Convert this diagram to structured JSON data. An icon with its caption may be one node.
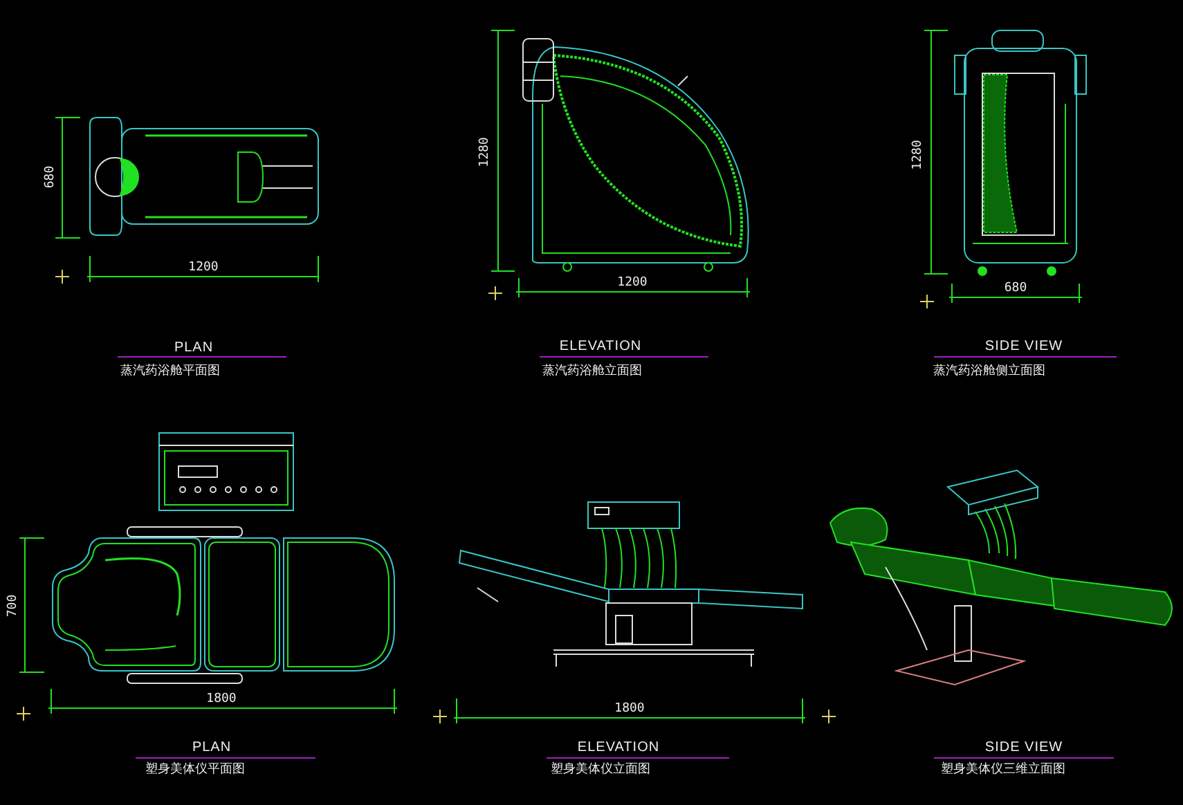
{
  "diagram": {
    "labels": [
      "680",
      "1200",
      "1280",
      "1200",
      "1280",
      "680",
      "PLAN",
      "蒸汽药浴舱平面图",
      "ELEVATION",
      "蒸汽药浴舱立面图",
      "SIDE VIEW",
      "蒸汽药浴舱侧立面图",
      "700",
      "1800",
      "1800",
      "PLAN",
      "塑身美体仪平面图",
      "ELEVATION",
      "塑身美体仪立面图",
      "SIDE VIEW",
      "塑身美体仪三维立面图"
    ]
  }
}
